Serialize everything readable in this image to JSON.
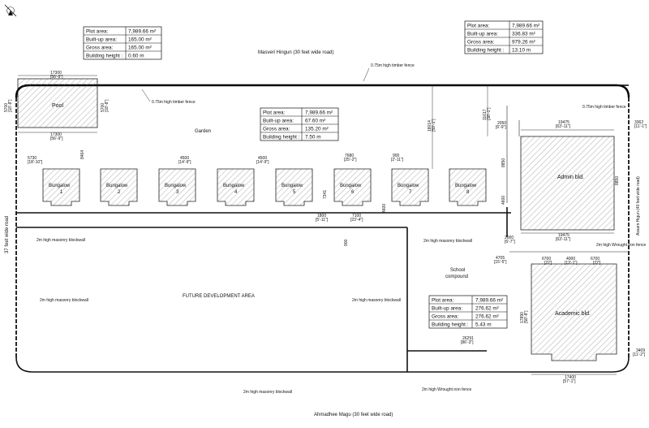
{
  "roads": {
    "north": "Masveri Hingun (30 feet wide road)",
    "south": "Ahmadhee Magu (30 feet wide road)",
    "west": "37 feet wide road",
    "east": "Assam Higun (40 feet wide road)"
  },
  "areas": {
    "garden": "Garden",
    "future": "FUTURE DEVELOPMENT AREA",
    "school": "School compound",
    "pool": "Pool",
    "admin": "Admin bld.",
    "academic": "Academic bld."
  },
  "bungalows": [
    {
      "name": "Bungalow",
      "num": "1"
    },
    {
      "name": "Bungalow",
      "num": "2"
    },
    {
      "name": "Bungalow",
      "num": "3"
    },
    {
      "name": "Bungalow",
      "num": "4"
    },
    {
      "name": "Bungalow",
      "num": "5"
    },
    {
      "name": "Bungalow",
      "num": "6"
    },
    {
      "name": "Bungalow",
      "num": "7"
    },
    {
      "name": "Bungalow",
      "num": "8"
    }
  ],
  "tables": {
    "pool": [
      {
        "label": "Plot area:",
        "value": "7,989.66 m²"
      },
      {
        "label": "Built-up area:",
        "value": "165.00 m²"
      },
      {
        "label": "Gross area:",
        "value": "165.00 m²"
      },
      {
        "label": "Building height :",
        "value": "0.60 m"
      }
    ],
    "bungalow": [
      {
        "label": "Plot area:",
        "value": "7,989.66 m²"
      },
      {
        "label": "Built-up area:",
        "value": "67.60 m²"
      },
      {
        "label": "Gross area:",
        "value": "135.20 m²"
      },
      {
        "label": "Building height :",
        "value": "7.50 m"
      }
    ],
    "admin": [
      {
        "label": "Plot area:",
        "value": "7,989.66 m²"
      },
      {
        "label": "Built-up area:",
        "value": "336.83 m²"
      },
      {
        "label": "Gross area:",
        "value": "979.26 m²"
      },
      {
        "label": "Building height :",
        "value": "13.10 m"
      }
    ],
    "academic": [
      {
        "label": "Plot area:",
        "value": "7,989.66 m²"
      },
      {
        "label": "Built-up area:",
        "value": "276.62 m²"
      },
      {
        "label": "Gross area:",
        "value": "276.62 m²"
      },
      {
        "label": "Building height :",
        "value": "5.43 m"
      }
    ]
  },
  "notes": {
    "timber_fence": "0.75m high timber fence",
    "masonry_wall": "2m high masonry blockwall",
    "wrought_fence": "2m high Wrought iron fence"
  },
  "dims": {
    "pool_w": "17300",
    "pool_w_ft": "[56'-9\"]",
    "pool_h": "5700",
    "pool_h_ft": "[18'-8\"]",
    "d5730": "5730",
    "d5730_ft": "[18'-10\"]",
    "d8464": "8464",
    "d8464_ft": "[27'-9\"]",
    "d4500": "4500",
    "d4500_ft": "[14'-9\"]",
    "d7680": "7680",
    "d7680_ft": "[25'-2\"]",
    "d900": "900",
    "d900_ft": "[2'-11\"]",
    "d7341": "7341",
    "d7341_ft": "[24'-1\"]",
    "d1800": "1800",
    "d1800_ft": "[5'-11\"]",
    "d4600": "4600",
    "d4600_ft": "[15'-1\"]",
    "d7100": "7100",
    "d7100_ft": "[23'-4\"]",
    "d18014": "18014",
    "d18014_ft": "[59'-1\"]",
    "d11617": "11617",
    "d11617_ft": "[38'-1\"]",
    "d2050": "2050",
    "d2050_ft": "[6'-9\"]",
    "d19475": "19475",
    "d19475_ft": "[63'-11\"]",
    "d3362": "3362",
    "d3362_ft": "[11'-1\"]",
    "d8850": "8850",
    "d8850_ft": "[29'-0\"]",
    "d2000": "2000",
    "d2000_ft": "[6'-7\"]",
    "d4705": "4705",
    "d4705_ft": "[15'-5\"]",
    "d6700": "6700",
    "d6700_ft": "[22']",
    "d4000": "4000",
    "d4000_ft": "[13'-1\"]",
    "d17890": "17890",
    "d17890_ft": "[58'-8\"]",
    "d26291": "26291",
    "d26291_ft": "[86'-3\"]",
    "d17400": "17400",
    "d17400_ft": "[57'-1\"]",
    "d3409": "3409",
    "d3409_ft": "[11'-2\"]"
  }
}
